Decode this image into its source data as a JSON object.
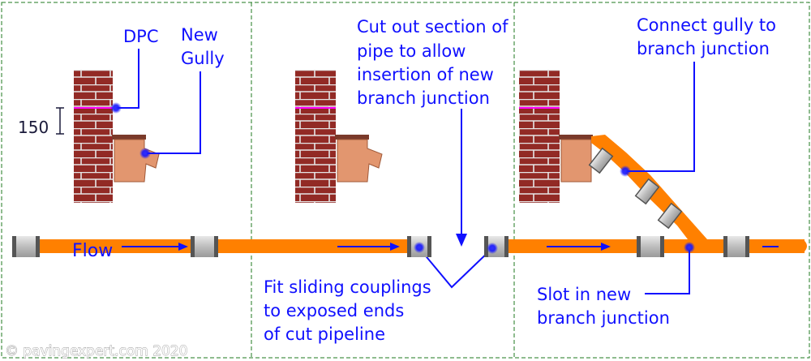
{
  "panels": [
    {
      "labels": {
        "dpc": "DPC",
        "new_gully_line1": "New",
        "new_gully_line2": "Gully",
        "dimension": "150",
        "flow": "Flow"
      }
    },
    {
      "labels": {
        "cut_out_lines": [
          "Cut out section of",
          "pipe to allow",
          "insertion of new",
          "branch junction"
        ],
        "fit_couplings_lines": [
          "Fit sliding couplings",
          "to exposed ends",
          "of cut pipeline"
        ]
      }
    },
    {
      "labels": {
        "connect_lines": [
          "Connect gully to",
          "branch junction"
        ],
        "slot_lines": [
          "Slot in new",
          "branch junction"
        ]
      }
    }
  ],
  "watermark": "© pavingexpert.com 2020",
  "colors": {
    "pipe": "#ff8000",
    "brick": "#922a25",
    "mortar": "#e6e6e6",
    "gully": "#e2966f",
    "coupling": "#c8c8c8",
    "coupling_edge": "#555555",
    "annotation": "#1010ff",
    "dpc_line": "#ff00ff",
    "divider": "#1f7a1f"
  }
}
